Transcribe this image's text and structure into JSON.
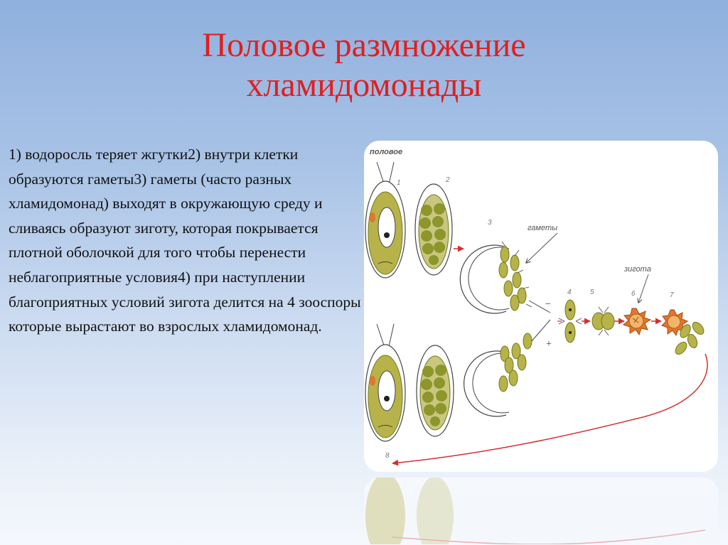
{
  "title": {
    "line1": "Половое размножение",
    "line2": "хламидомонады"
  },
  "description": "1) водоросль теряет жгутки2) внутри клетки образуются гаметы3) гаметы (часто разных хламидомонад) выходят в окружающую среду и сливаясь образуют зиготу, которая покрывается плотной оболочкой для того чтобы перенести неблагоприятные условия4) при наступлении благоприятных условий зигота делится на 4 зооспоры которые вырастают во взрослых хламидомонад.",
  "diagram": {
    "header_label": "половое",
    "gametes_label": "гаметы",
    "zygote_label": "зигота",
    "minus_sign": "−",
    "plus_sign": "+",
    "stage_numbers": [
      "1",
      "2",
      "3",
      "4",
      "5",
      "6",
      "7",
      "8"
    ]
  },
  "colors": {
    "title": "#e01f1f",
    "cell_fill": "#b7b34a",
    "cell_dark": "#6e7a1a",
    "zygote": "#e2762a",
    "arrow": "#d23030"
  }
}
